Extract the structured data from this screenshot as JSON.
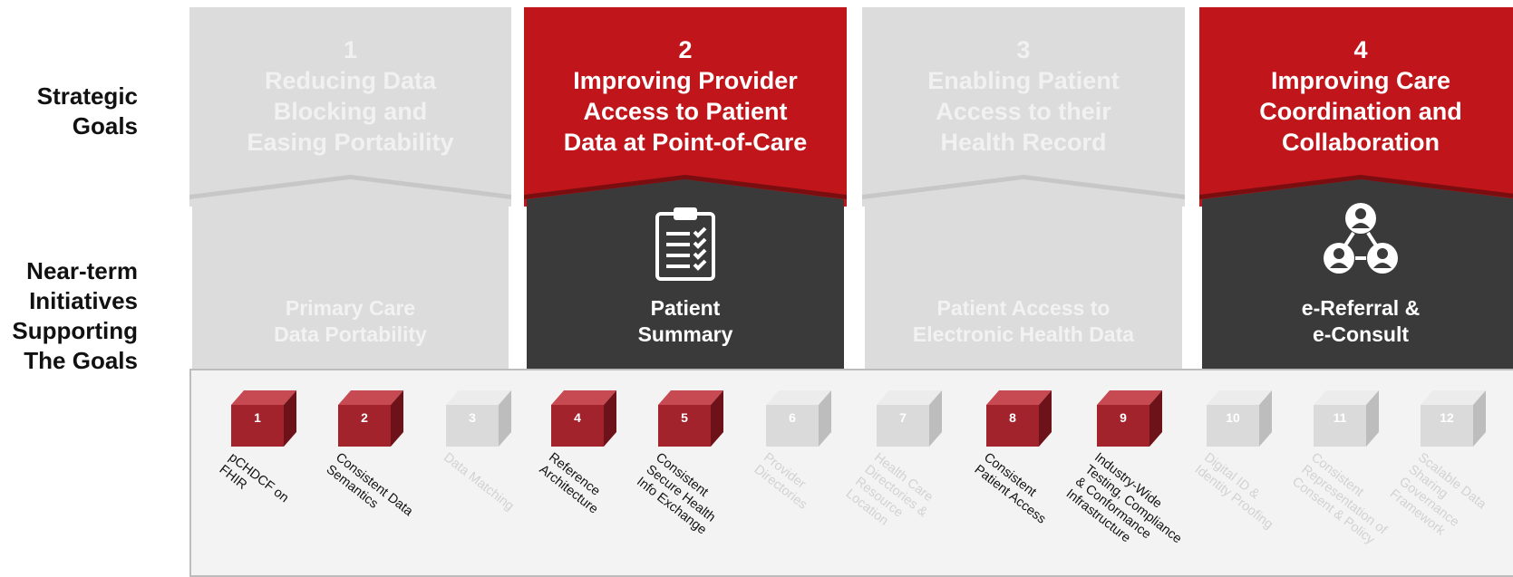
{
  "row_labels": {
    "strategic": "Strategic\nGoals",
    "initiatives": "Near-term\nInitiatives\nSupporting\nThe Goals"
  },
  "colors": {
    "active_red": "#c0161b",
    "dark_panel": "#3a3a3a",
    "inactive_gray": "#dcdcdc",
    "cube_active": "#a3232d",
    "cube_inactive": "#dadada"
  },
  "goals": [
    {
      "number": "1",
      "title": "Reducing Data\nBlocking and\nEasing Portability",
      "active": false,
      "initiative": "Primary Care\nData Portability",
      "icon": "none"
    },
    {
      "number": "2",
      "title": "Improving Provider\nAccess to Patient\nData at Point-of-Care",
      "active": true,
      "initiative": "Patient\nSummary",
      "icon": "clipboard-checklist-icon"
    },
    {
      "number": "3",
      "title": "Enabling Patient\nAccess to their\nHealth Record",
      "active": false,
      "initiative": "Patient Access to\nElectronic Health Data",
      "icon": "none"
    },
    {
      "number": "4",
      "title": "Improving Care\nCoordination and\nCollaboration",
      "active": true,
      "initiative": "e-Referral &\ne-Consult",
      "icon": "people-network-icon"
    }
  ],
  "enablers": [
    {
      "number": "1",
      "label": "pCHDCF on\nFHIR",
      "active": true
    },
    {
      "number": "2",
      "label": "Consistent Data\nSemantics",
      "active": true
    },
    {
      "number": "3",
      "label": "Data Matching",
      "active": false
    },
    {
      "number": "4",
      "label": "Reference\nArchitecture",
      "active": true
    },
    {
      "number": "5",
      "label": "Consistent\nSecure Health\nInfo Exchange",
      "active": true
    },
    {
      "number": "6",
      "label": "Provider\nDirectories",
      "active": false
    },
    {
      "number": "7",
      "label": "Health Care\nDirectories &\nResource\nLocation",
      "active": false
    },
    {
      "number": "8",
      "label": "Consistent\nPatient Access",
      "active": true
    },
    {
      "number": "9",
      "label": "Industry-Wide\nTesting, Compliance\n& Conformance\nInfrastructure",
      "active": true
    },
    {
      "number": "10",
      "label": "Digital ID &\nIdentity Proofing",
      "active": false
    },
    {
      "number": "11",
      "label": "Consistent\nRepresentation of\nConsent & Policy",
      "active": false
    },
    {
      "number": "12",
      "label": "Scalable Data\nSharing\nGovernance\nFramework",
      "active": false
    }
  ]
}
